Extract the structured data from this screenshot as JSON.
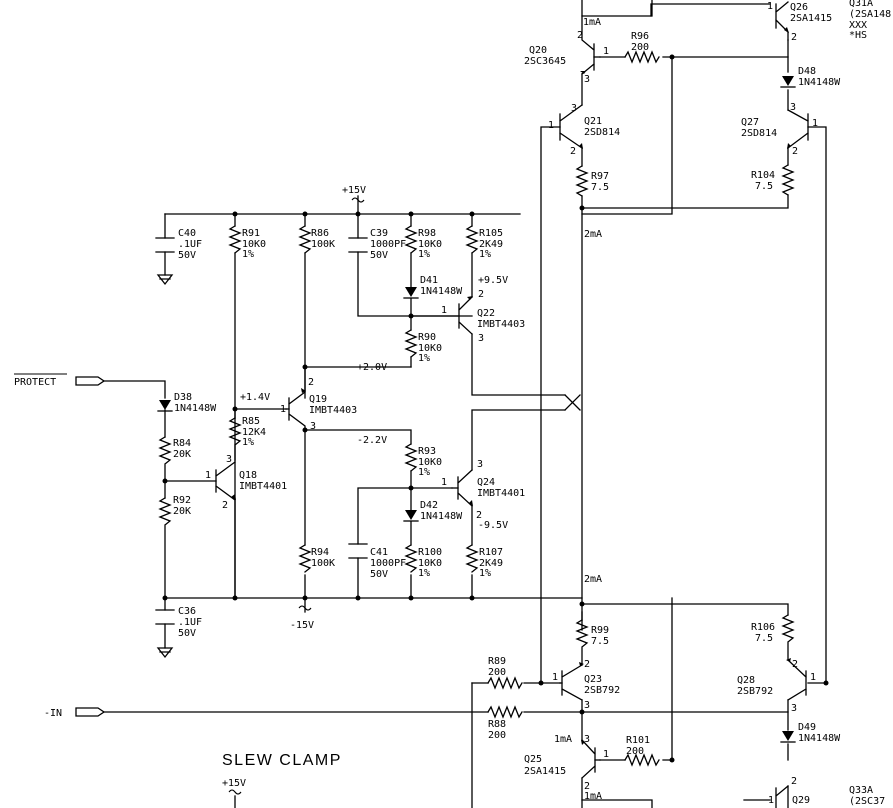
{
  "title": "SLEW CLAMP",
  "ports": {
    "protect": "PROTECT",
    "minus_in": "-IN"
  },
  "rails": {
    "pos_top": "+15V",
    "neg": "-15V",
    "pos_bottom": "+15V"
  },
  "node_voltages": {
    "v_9_5": "+9.5V",
    "v_2_0": "+2.0V",
    "v_1_4": "+1.4V",
    "v_neg2_2": "-2.2V",
    "v_neg9_5": "-9.5V"
  },
  "currents": {
    "i_1ma_a": "1mA",
    "i_2ma_a": "2mA",
    "i_2ma_b": "2mA",
    "i_1ma_b": "1mA",
    "i_1ma_c": "1mA"
  },
  "transistors": [
    {
      "ref": "Q26",
      "lines": [
        "2SA1415"
      ]
    },
    {
      "ref": "Q31A",
      "lines": [
        "(2SA148",
        "XXX",
        "*HS"
      ]
    },
    {
      "ref": "Q20",
      "lines": [
        "2SC3645"
      ]
    },
    {
      "ref": "Q21",
      "lines": [
        "2SD814"
      ]
    },
    {
      "ref": "Q27",
      "lines": [
        "2SD814"
      ]
    },
    {
      "ref": "Q22",
      "lines": [
        "IMBT4403"
      ]
    },
    {
      "ref": "Q19",
      "lines": [
        "IMBT4403"
      ]
    },
    {
      "ref": "Q18",
      "lines": [
        "IMBT4401"
      ]
    },
    {
      "ref": "Q24",
      "lines": [
        "IMBT4401"
      ]
    },
    {
      "ref": "Q23",
      "lines": [
        "2SB792"
      ]
    },
    {
      "ref": "Q28",
      "lines": [
        "2SB792"
      ]
    },
    {
      "ref": "Q25",
      "lines": [
        "2SA1415"
      ]
    },
    {
      "ref": "Q29",
      "lines": []
    },
    {
      "ref": "Q33A",
      "lines": [
        "(2SC37"
      ]
    }
  ],
  "resistors": [
    {
      "ref": "R96",
      "lines": [
        "200"
      ]
    },
    {
      "ref": "R97",
      "lines": [
        "7.5"
      ]
    },
    {
      "ref": "R104",
      "lines": [
        "7.5"
      ]
    },
    {
      "ref": "R91",
      "lines": [
        "10K0",
        "1%"
      ]
    },
    {
      "ref": "R86",
      "lines": [
        "100K"
      ]
    },
    {
      "ref": "R98",
      "lines": [
        "10K0",
        "1%"
      ]
    },
    {
      "ref": "R105",
      "lines": [
        "2K49",
        "1%"
      ]
    },
    {
      "ref": "R90",
      "lines": [
        "10K0",
        "1%"
      ]
    },
    {
      "ref": "R85",
      "lines": [
        "12K4",
        "1%"
      ]
    },
    {
      "ref": "R84",
      "lines": [
        "20K"
      ]
    },
    {
      "ref": "R92",
      "lines": [
        "20K"
      ]
    },
    {
      "ref": "R93",
      "lines": [
        "10K0",
        "1%"
      ]
    },
    {
      "ref": "R94",
      "lines": [
        "100K"
      ]
    },
    {
      "ref": "R100",
      "lines": [
        "10K0",
        "1%"
      ]
    },
    {
      "ref": "R107",
      "lines": [
        "2K49",
        "1%"
      ]
    },
    {
      "ref": "R99",
      "lines": [
        "7.5"
      ]
    },
    {
      "ref": "R106",
      "lines": [
        "7.5"
      ]
    },
    {
      "ref": "R89",
      "lines": [
        "200"
      ]
    },
    {
      "ref": "R88",
      "lines": [
        "200"
      ]
    },
    {
      "ref": "R101",
      "lines": [
        "200"
      ]
    }
  ],
  "capacitors": [
    {
      "ref": "C40",
      "lines": [
        ".1UF",
        "50V"
      ]
    },
    {
      "ref": "C39",
      "lines": [
        "1000PF",
        "50V"
      ]
    },
    {
      "ref": "C41",
      "lines": [
        "1000PF",
        "50V"
      ]
    },
    {
      "ref": "C36",
      "lines": [
        ".1UF",
        "50V"
      ]
    }
  ],
  "diodes": [
    {
      "ref": "D48",
      "lines": [
        "1N4148W"
      ]
    },
    {
      "ref": "D41",
      "lines": [
        "1N4148W"
      ]
    },
    {
      "ref": "D38",
      "lines": [
        "1N4148W"
      ]
    },
    {
      "ref": "D42",
      "lines": [
        "1N4148W"
      ]
    },
    {
      "ref": "D49",
      "lines": [
        "1N4148W"
      ]
    }
  ]
}
